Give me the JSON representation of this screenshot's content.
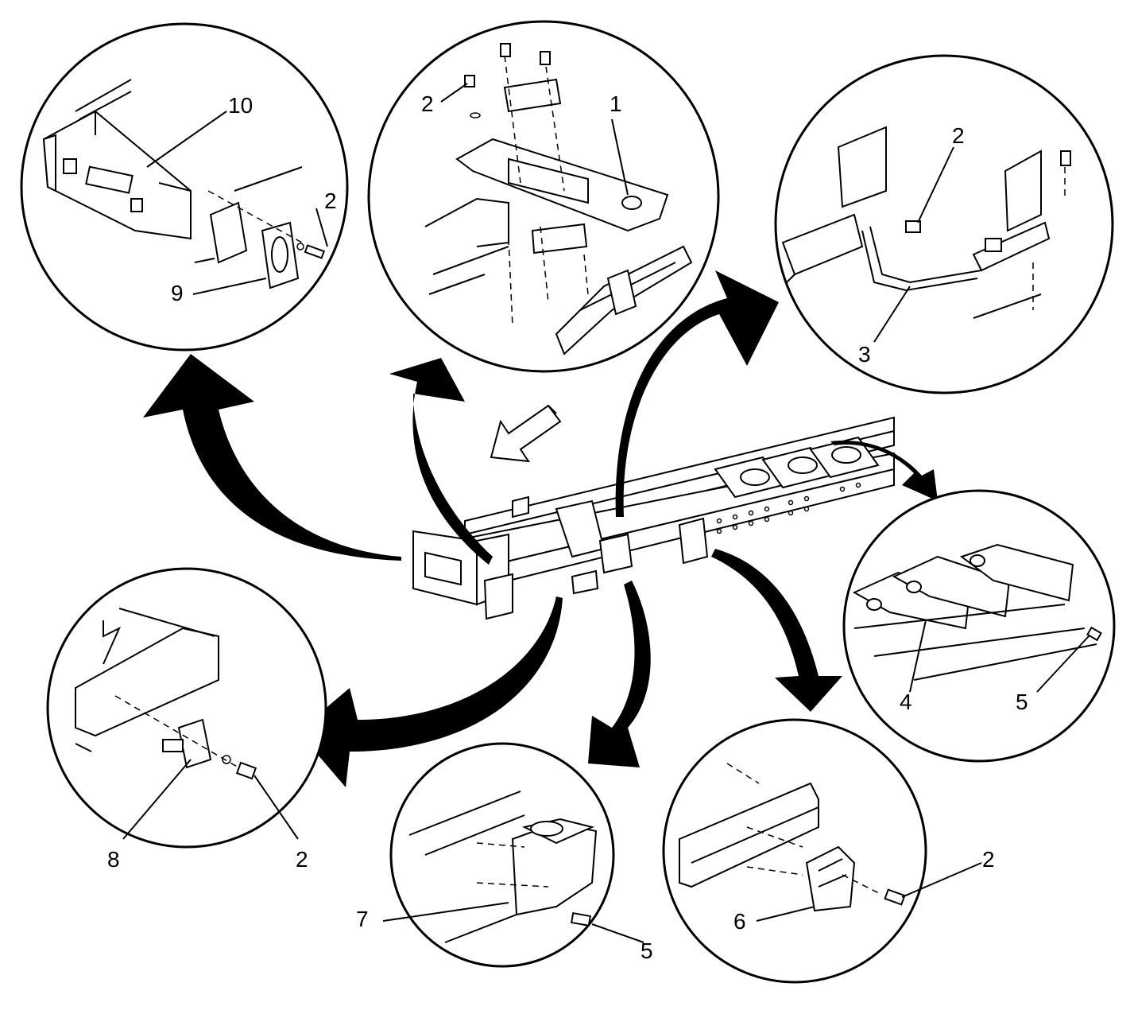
{
  "callouts": {
    "c1": "1",
    "c2a": "2",
    "c2b": "2",
    "c2c": "2",
    "c2d": "2",
    "c2e": "2",
    "c3": "3",
    "c4": "4",
    "c5a": "5",
    "c5b": "5",
    "c6": "6",
    "c7": "7",
    "c8": "8",
    "c9": "9",
    "c10": "10"
  }
}
